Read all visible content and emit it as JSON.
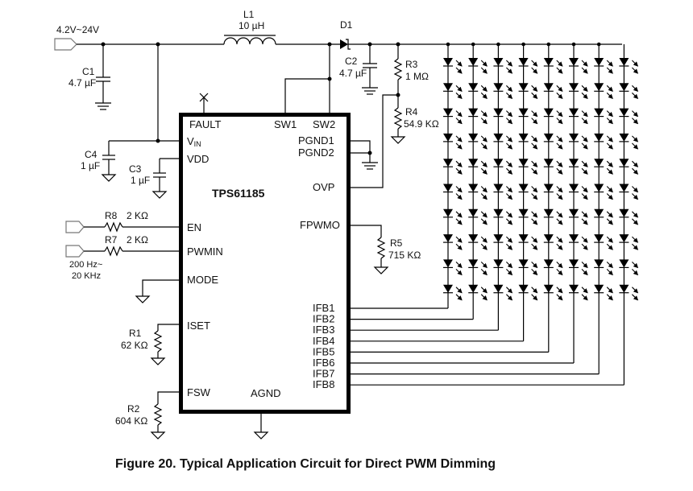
{
  "figure": {
    "caption": "Figure 20.  Typical Application Circuit for Direct PWM Dimming"
  },
  "chip": {
    "name": "TPS61185",
    "pins_left": {
      "fault": "FAULT",
      "vin_main": "V",
      "vin_sub": "IN",
      "vdd": "VDD",
      "en": "EN",
      "pwmin": "PWMIN",
      "mode": "MODE",
      "iset": "ISET",
      "fsw": "FSW"
    },
    "pins_top": {
      "sw1": "SW1",
      "sw2": "SW2"
    },
    "pins_right": {
      "pgnd1": "PGND1",
      "pgnd2": "PGND2",
      "ovp": "OVP",
      "fpwmo": "FPWMO",
      "ifb": [
        "IFB1",
        "IFB2",
        "IFB3",
        "IFB4",
        "IFB5",
        "IFB6",
        "IFB7",
        "IFB8"
      ]
    },
    "pins_bottom": {
      "agnd": "AGND"
    }
  },
  "input": {
    "voltage": "4.2V~24V"
  },
  "pwm_input": {
    "freq_line1": "200 Hz~",
    "freq_line2": "20 KHz"
  },
  "components": {
    "L1": {
      "ref": "L1",
      "value": "10 µH"
    },
    "D1": {
      "ref": "D1"
    },
    "C1": {
      "ref": "C1",
      "value": "4.7 µF"
    },
    "C2": {
      "ref": "C2",
      "value": "4.7 µF"
    },
    "C3": {
      "ref": "C3",
      "value": "1 µF"
    },
    "C4": {
      "ref": "C4",
      "value": "1 µF"
    },
    "R1": {
      "ref": "R1",
      "value": "62 KΩ"
    },
    "R2": {
      "ref": "R2",
      "value": "604 KΩ"
    },
    "R3": {
      "ref": "R3",
      "value": "1 MΩ"
    },
    "R4": {
      "ref": "R4",
      "value": "54.9 KΩ"
    },
    "R5": {
      "ref": "R5",
      "value": "715 KΩ"
    },
    "R7": {
      "ref": "R7",
      "value": "2 KΩ"
    },
    "R8": {
      "ref": "R8",
      "value": "2 KΩ"
    }
  },
  "led_array": {
    "strings": 8,
    "leds_per_string": 10
  }
}
